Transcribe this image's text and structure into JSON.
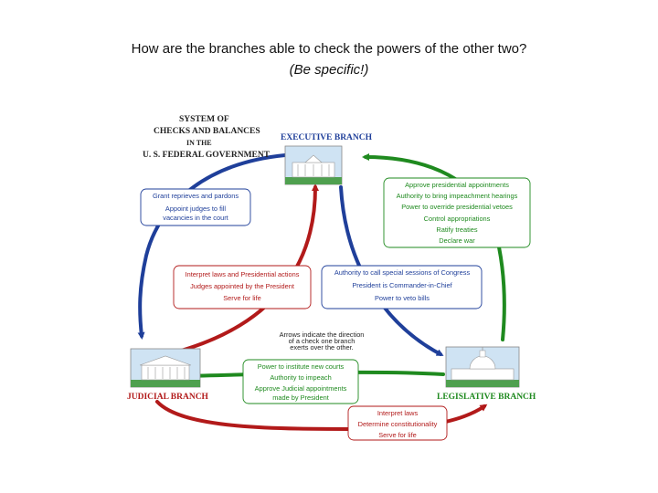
{
  "question": {
    "line1": "How are the branches able to check the powers of the other two?",
    "line2": "(Be specific!)"
  },
  "diagram": {
    "title": [
      "SYSTEM OF",
      "CHECKS AND BALANCES",
      "IN THE",
      "U. S. FEDERAL GOVERNMENT"
    ],
    "branches": {
      "executive": "EXECUTIVE BRANCH",
      "judicial": "JUDICIAL BRANCH",
      "legislative": "LEGISLATIVE BRANCH"
    },
    "exec_over_judicial": [
      "Grant reprieves and pardons",
      "Appoint judges to fill",
      "vacancies in the court"
    ],
    "leg_over_exec": [
      "Approve presidential appointments",
      "Authority to bring impeachment hearings",
      "Power to override presidential vetoes",
      "Control appropriations",
      "Ratify treaties",
      "Declare war"
    ],
    "jud_over_exec": [
      "Interpret laws and Presidential actions",
      "Judges appointed by the President",
      "Serve for life"
    ],
    "exec_over_leg": [
      "Authority to call special sessions of Congress",
      "President is Commander-in-Chief",
      "Power to veto bills"
    ],
    "leg_over_jud": [
      "Power to institute new courts",
      "Authority to impeach",
      "Approve Judicial appointments",
      "made by President"
    ],
    "jud_over_leg": [
      "Interpret laws",
      "Determine constitutionality",
      "Serve for life"
    ],
    "note": [
      "Arrows indicate the direction",
      "of a check one branch",
      "exerts over the other."
    ],
    "colors": {
      "executive": "#1f3f9a",
      "legislative": "#1f8a1f",
      "judicial": "#b21a1a"
    }
  }
}
